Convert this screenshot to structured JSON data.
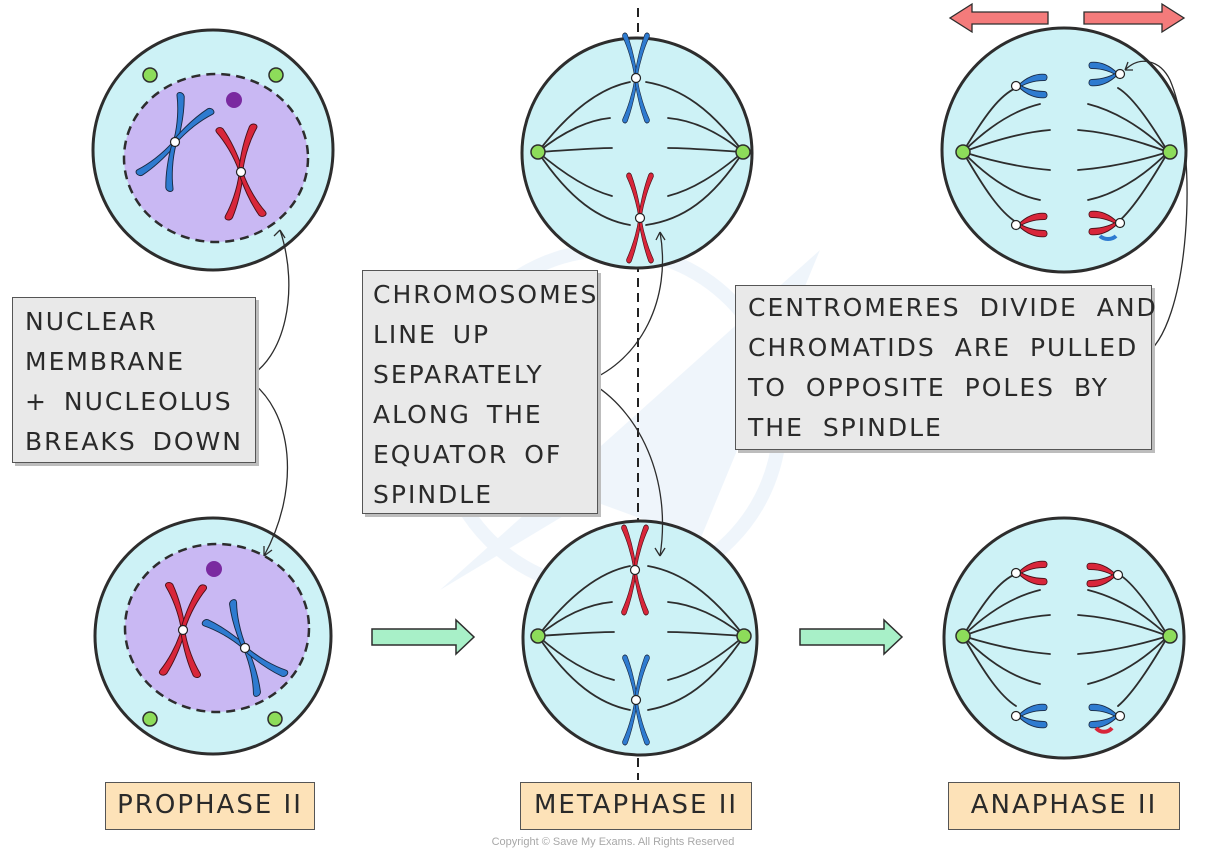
{
  "notes": {
    "nuclear": [
      "NUCLEAR",
      "MEMBRANE",
      "+ NUCLEOLUS",
      "BREAKS DOWN"
    ],
    "chromosomes": [
      "CHROMOSOMES",
      "LINE UP",
      "SEPARATELY",
      "ALONG THE",
      "EQUATOR OF",
      "SPINDLE"
    ],
    "centromeres": [
      "CENTROMERES DIVIDE AND",
      "CHROMATIDS ARE PULLED",
      "TO OPPOSITE POLES BY",
      "THE SPINDLE"
    ]
  },
  "stages": {
    "prophase": "PROPHASE II",
    "metaphase": "METAPHASE II",
    "anaphase": "ANAPHASE II"
  },
  "copyright": "Copyright © Save My Exams. All Rights Reserved",
  "colors": {
    "cytoplasm": "#cdf2f6",
    "nucleus": "#c9b8f3",
    "chromosome_blue": "#2e7bd0",
    "chromosome_red": "#d8263a",
    "centriole": "#8ddc5a",
    "nucleolus": "#7a2aa0",
    "stage_arrow": "#a8f0c8",
    "pole_arrow": "#f47b7b",
    "note_bg": "#e9e9e9",
    "label_bg": "#fde2b8"
  }
}
